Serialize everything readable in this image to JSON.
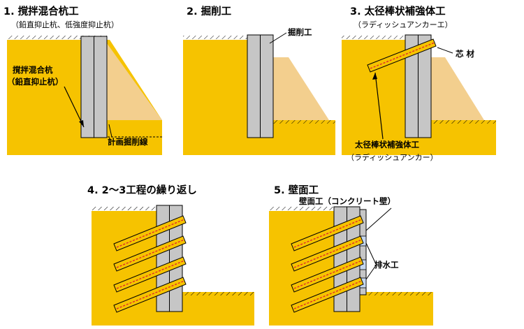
{
  "colors": {
    "soil": "#f6c300",
    "excavated": "#f3cf8e",
    "pile": "#c6c6c6",
    "anchor": "#f6c300",
    "anchor_core": "#e0262e",
    "drain": "#c5d7ef",
    "line": "#000000"
  },
  "steps": [
    {
      "title": "1. 撹拌混合杭工",
      "subtitle": "（鉛直抑止杭、低強度抑止杭）",
      "labels": {
        "pile_line1": "撹拌混合杭",
        "pile_line2": "（鉛直抑止杭）",
        "excavation_line": "計画掘削線"
      }
    },
    {
      "title": "2. 掘削工",
      "labels": {
        "excavation": "掘削工"
      }
    },
    {
      "title": "3. 太径棒状補強体工",
      "subtitle": "（ラディッシュアンカーエ）",
      "labels": {
        "core": "芯 材",
        "anchor_line1": "太径棒状補強体工",
        "anchor_line2": "（ラディッシュアンカー）"
      }
    },
    {
      "title": "4. 2～3工程の繰り返し"
    },
    {
      "title": "5. 壁面工",
      "labels": {
        "wall": "壁面工（コンクリート壁）",
        "drain": "排水工"
      }
    }
  ]
}
